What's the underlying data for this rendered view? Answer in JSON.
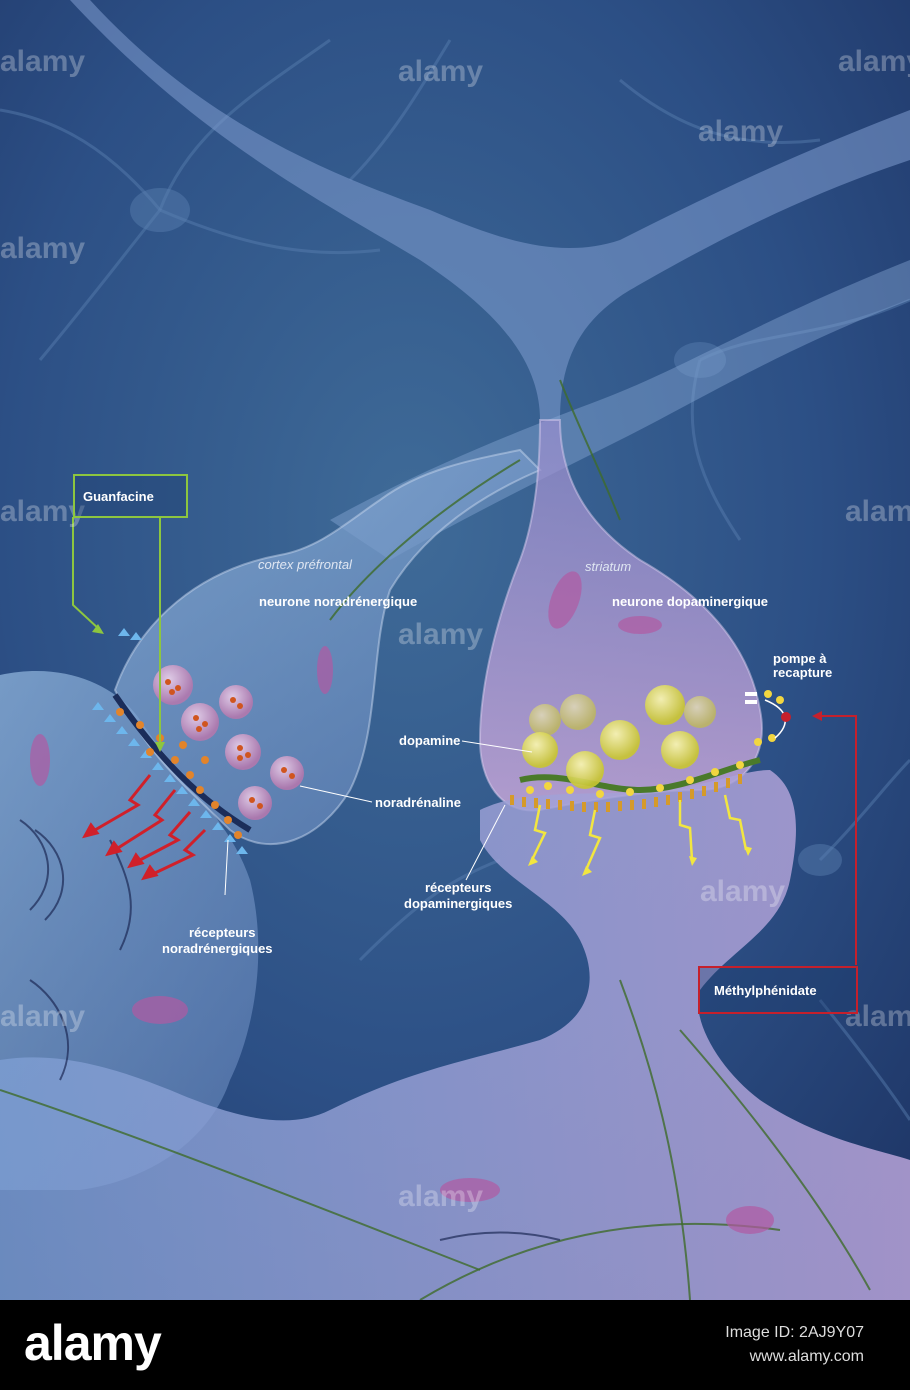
{
  "labels": {
    "guanfacine": "Guanfacine",
    "cortex": "cortex préfrontal",
    "neurone_nora": "neurone noradrénergique",
    "striatum": "striatum",
    "neurone_dopa": "neurone dopaminergique",
    "pompe_1": "pompe à",
    "pompe_2": "recapture",
    "dopamine": "dopamine",
    "noradrenaline": "noradrénaline",
    "recep_dopa_1": "récepteurs",
    "recep_dopa_2": "dopaminergiques",
    "recep_nora_1": "récepteurs",
    "recep_nora_2": "noradrénergiques",
    "methylphenidate": "Méthylphénidate"
  },
  "watermark": {
    "text": "alamy"
  },
  "footer": {
    "logo": "alamy",
    "image_id": "Image ID: 2AJ9Y07",
    "site": "www.alamy.com"
  },
  "colors": {
    "background": "#2a4a7a",
    "neuron_body": "#b7a9d6",
    "guanfacine_frame": "#8dc63f",
    "methylphenidate_frame": "#c5202c",
    "dopamine_vesicle": "#e8e64a",
    "noradrenaline_vesicle": "#d78fc4",
    "signal_arrow_red": "#d0202a",
    "signal_bolt_yellow": "#f2e640"
  }
}
